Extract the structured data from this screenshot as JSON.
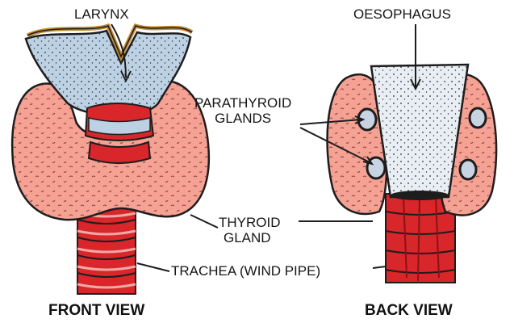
{
  "labels": {
    "larynx": "LARYNX",
    "oesophagus": "OESOPHAGUS",
    "parathyroid_line1": "PARATHYROID",
    "parathyroid_line2": "GLANDS",
    "thyroid_line1": "THYROID",
    "thyroid_line2": "GLAND",
    "trachea": "TRACHEA (WIND PIPE)"
  },
  "views": {
    "front": "FRONT VIEW",
    "back": "BACK VIEW"
  },
  "colors": {
    "thyroid": "#f5a295",
    "cartilage": "#bcd2e4",
    "trachea": "#d8262a",
    "oesophagus": "#e9eef4",
    "outline": "#1d1d1d",
    "larynx_rim": "#c28a37"
  }
}
